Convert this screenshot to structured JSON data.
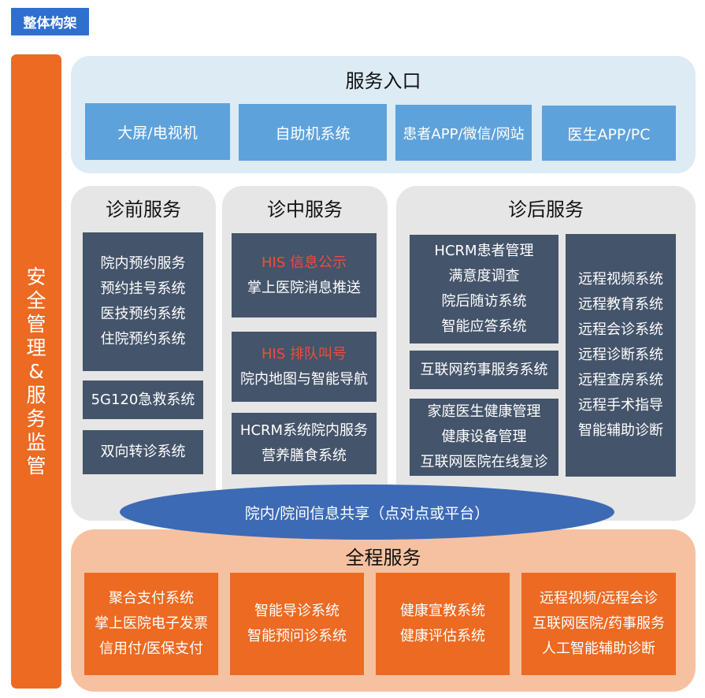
{
  "header": {
    "title": "整体构架"
  },
  "left_bar": {
    "text": "安全管理&服务监管"
  },
  "entry": {
    "title": "服务入口",
    "items": [
      "大屏/电视机",
      "自助机系统",
      "患者APP/微信/网站",
      "医生APP/PC"
    ]
  },
  "pre": {
    "title": "诊前服务",
    "box1": [
      "院内预约服务",
      "预约挂号系统",
      "医技预约系统",
      "住院预约系统"
    ],
    "box2": "5G120急救系统",
    "box3": "双向转诊系统"
  },
  "mid": {
    "title": "诊中服务",
    "box1_red": "HIS 信息公示",
    "box1_line": "掌上医院消息推送",
    "box2_red": "HIS 排队叫号",
    "box2_line": "院内地图与智能导航",
    "box3": [
      "HCRM系统院内服务",
      "营养膳食系统"
    ]
  },
  "post": {
    "title": "诊后服务",
    "box1": [
      "HCRM患者管理",
      "满意度调查",
      "院后随访系统",
      "智能应答系统"
    ],
    "box2": "互联网药事服务系统",
    "box3": [
      "家庭医生健康管理",
      "健康设备管理",
      "互联网医院在线复诊"
    ],
    "box4": [
      "远程视频系统",
      "远程教育系统",
      "远程会诊系统",
      "远程诊断系统",
      "远程查房系统",
      "远程手术指导",
      "智能辅助诊断"
    ]
  },
  "share": {
    "text": "院内/院间信息共享（点对点或平台）"
  },
  "whole": {
    "title": "全程服务",
    "box1": [
      "聚合支付系统",
      "掌上医院电子发票",
      "信用付/医保支付"
    ],
    "box2": [
      "智能导诊系统",
      "智能预问诊系统"
    ],
    "box3": [
      "健康宣教系统",
      "健康评估系统"
    ],
    "box4": [
      "远程视频/远程会诊",
      "互联网医院/药事服务",
      "人工智能辅助诊断"
    ]
  },
  "colors": {
    "header_bg": "#2f6fd0",
    "left_bar": "#ec6a22",
    "entry_panel": "#dcebf4",
    "entry_box": "#5ea2dc",
    "grey_panel": "#e6e6e6",
    "dark_box": "#44546a",
    "red_text": "#ee4d3a",
    "ellipse": "#3d6ab5",
    "orange_panel": "#f6c1a0",
    "orange_box": "#ec6a22"
  }
}
